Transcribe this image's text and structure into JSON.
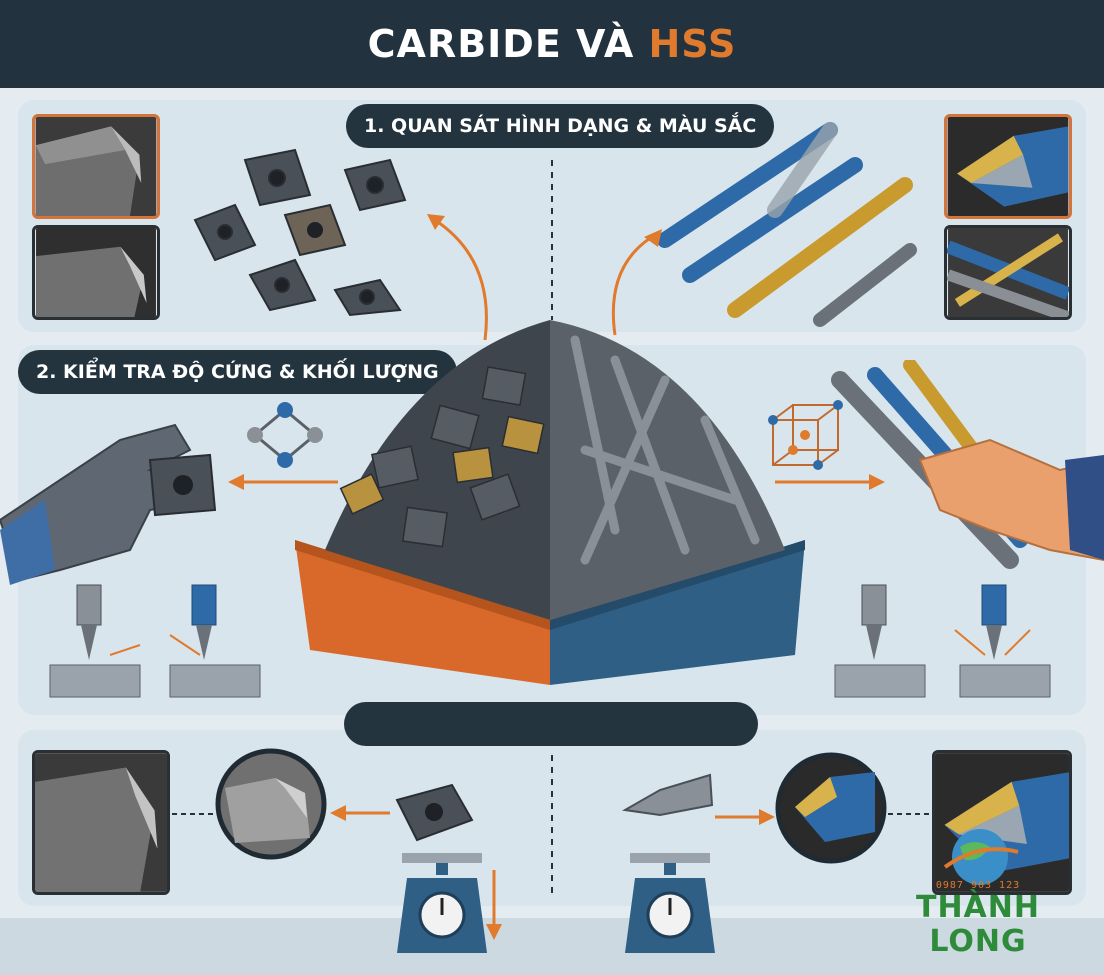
{
  "header": {
    "title_main": "CARBIDE VÀ ",
    "title_accent": "HSS",
    "accent_color": "#e07a2c"
  },
  "sections": {
    "section1_label": "1. QUAN SÁT HÌNH DẠNG & MÀU SẮC",
    "section2_label": "2. KIỂM TRA ĐỘ CỨNG & KHỐI LƯỢNG",
    "section3_label": ""
  },
  "brand": {
    "phone": "0987 903 123",
    "name": "THÀNH LONG",
    "name_color": "#2e8b3a"
  },
  "colors": {
    "carbide_bin": "#d9692a",
    "hss_bin": "#2f5f85",
    "arrow": "#e07a2c",
    "header_bg": "#22333f"
  },
  "icons": [
    "carbide-insert-icon",
    "drill-bit-icon",
    "gloved-hand-icon",
    "bare-hand-icon",
    "molecule-icon",
    "crystal-lattice-icon",
    "hardness-tester-icon",
    "scale-icon",
    "globe-logo-icon"
  ]
}
